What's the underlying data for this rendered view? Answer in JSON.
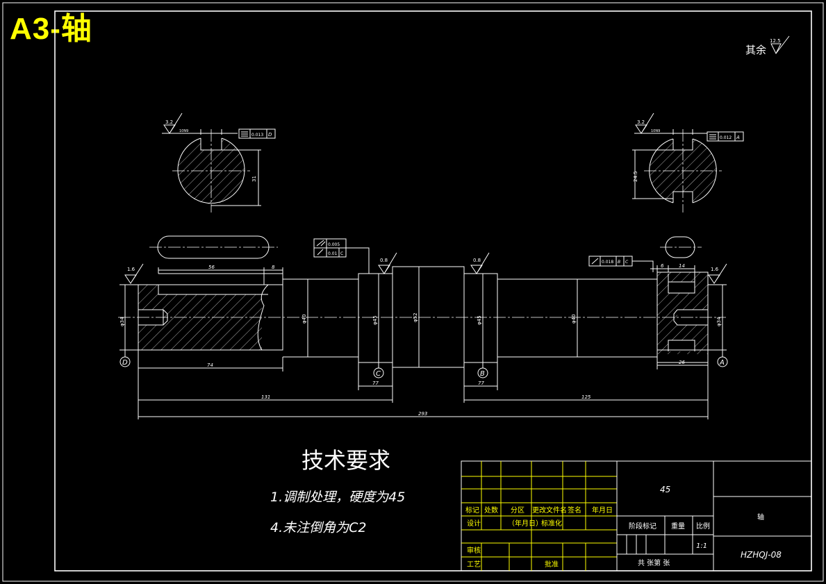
{
  "heading": "A3-轴",
  "surface": {
    "rest_label": "其余",
    "rest_value": "12.5"
  },
  "sections": {
    "left": {
      "roughness": "3.2",
      "fit": "10N9",
      "tolerance": "0.013",
      "datum": "D",
      "dimension": "31"
    },
    "right": {
      "roughness": "3.2",
      "fit": "10N9",
      "tolerance": "0.012",
      "datum": "A",
      "dimension": "24.5"
    }
  },
  "main_view": {
    "roughness_labels": [
      "1.6",
      "0.8",
      "0.8",
      "1.6"
    ],
    "tol_frame_left": [
      "0.005",
      "0.01",
      "C"
    ],
    "tol_frame_right": [
      "0.018",
      "B",
      "C"
    ],
    "datum_labels": [
      "D",
      "C",
      "B",
      "A"
    ],
    "diameters": [
      "φ34",
      "φ40",
      "φ45",
      "φ52",
      "φ45",
      "φ40",
      "φ34"
    ],
    "dimensions": [
      "56",
      "8",
      "74",
      "77",
      "131",
      "77",
      "125",
      "293",
      "6",
      "14",
      "26"
    ]
  },
  "requirements": {
    "title": "技术要求",
    "items": [
      "1.调制处理，硬度为45",
      "4.未注倒角为C2"
    ]
  },
  "title_block": {
    "material": "45",
    "part_name": "轴",
    "drawing_no": "HZHQJ-08",
    "scale": "1:1",
    "labels": {
      "mark": "标记",
      "count": "处数",
      "zone": "分区",
      "change_doc": "更改文件名",
      "signature": "签名",
      "date": "年月日",
      "design": "设计",
      "ymd": "（年月日）",
      "standardize": "标准化",
      "stage_mark": "阶段标记",
      "weight": "重量",
      "scale": "比例",
      "review": "审核",
      "process": "工艺",
      "approve": "批准",
      "sheets": "共 张第 张"
    }
  }
}
